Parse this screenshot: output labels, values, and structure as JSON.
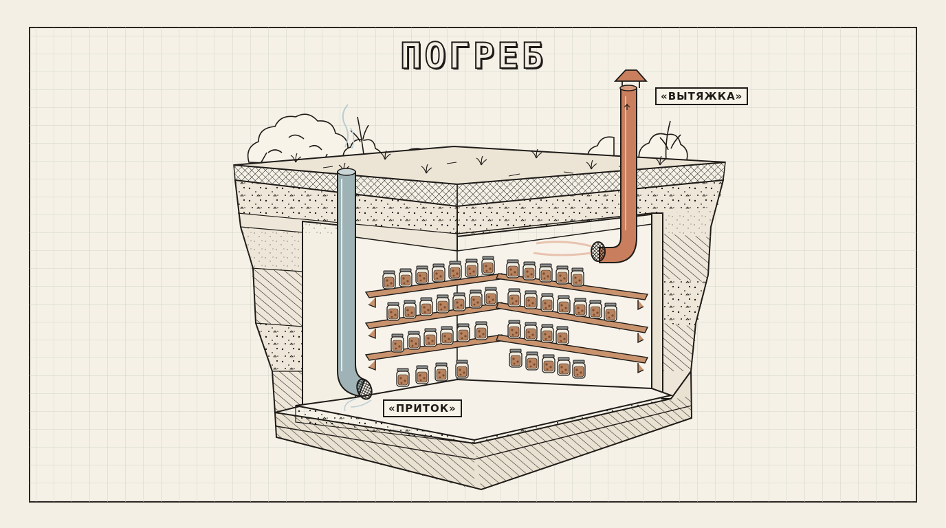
{
  "title": "ПОГРЕБ",
  "labels": {
    "exhaust": "«ВЫТЯЖКА»",
    "intake": "«ПРИТОК»"
  },
  "colors": {
    "paper": "#f3efe4",
    "grid": "#cfd3cc",
    "ink": "#1e1b18",
    "intake_pipe": "#9fb3b6",
    "exhaust_pipe": "#c97f5e",
    "shelf_wood": "#c9936e",
    "jar_contents": "#b88460",
    "soil": "#e6ddcc"
  },
  "icons": [
    "grass-tuft-icon",
    "bush-icon",
    "mesh-grille-icon",
    "pipe-cap-icon",
    "jar-icon"
  ]
}
